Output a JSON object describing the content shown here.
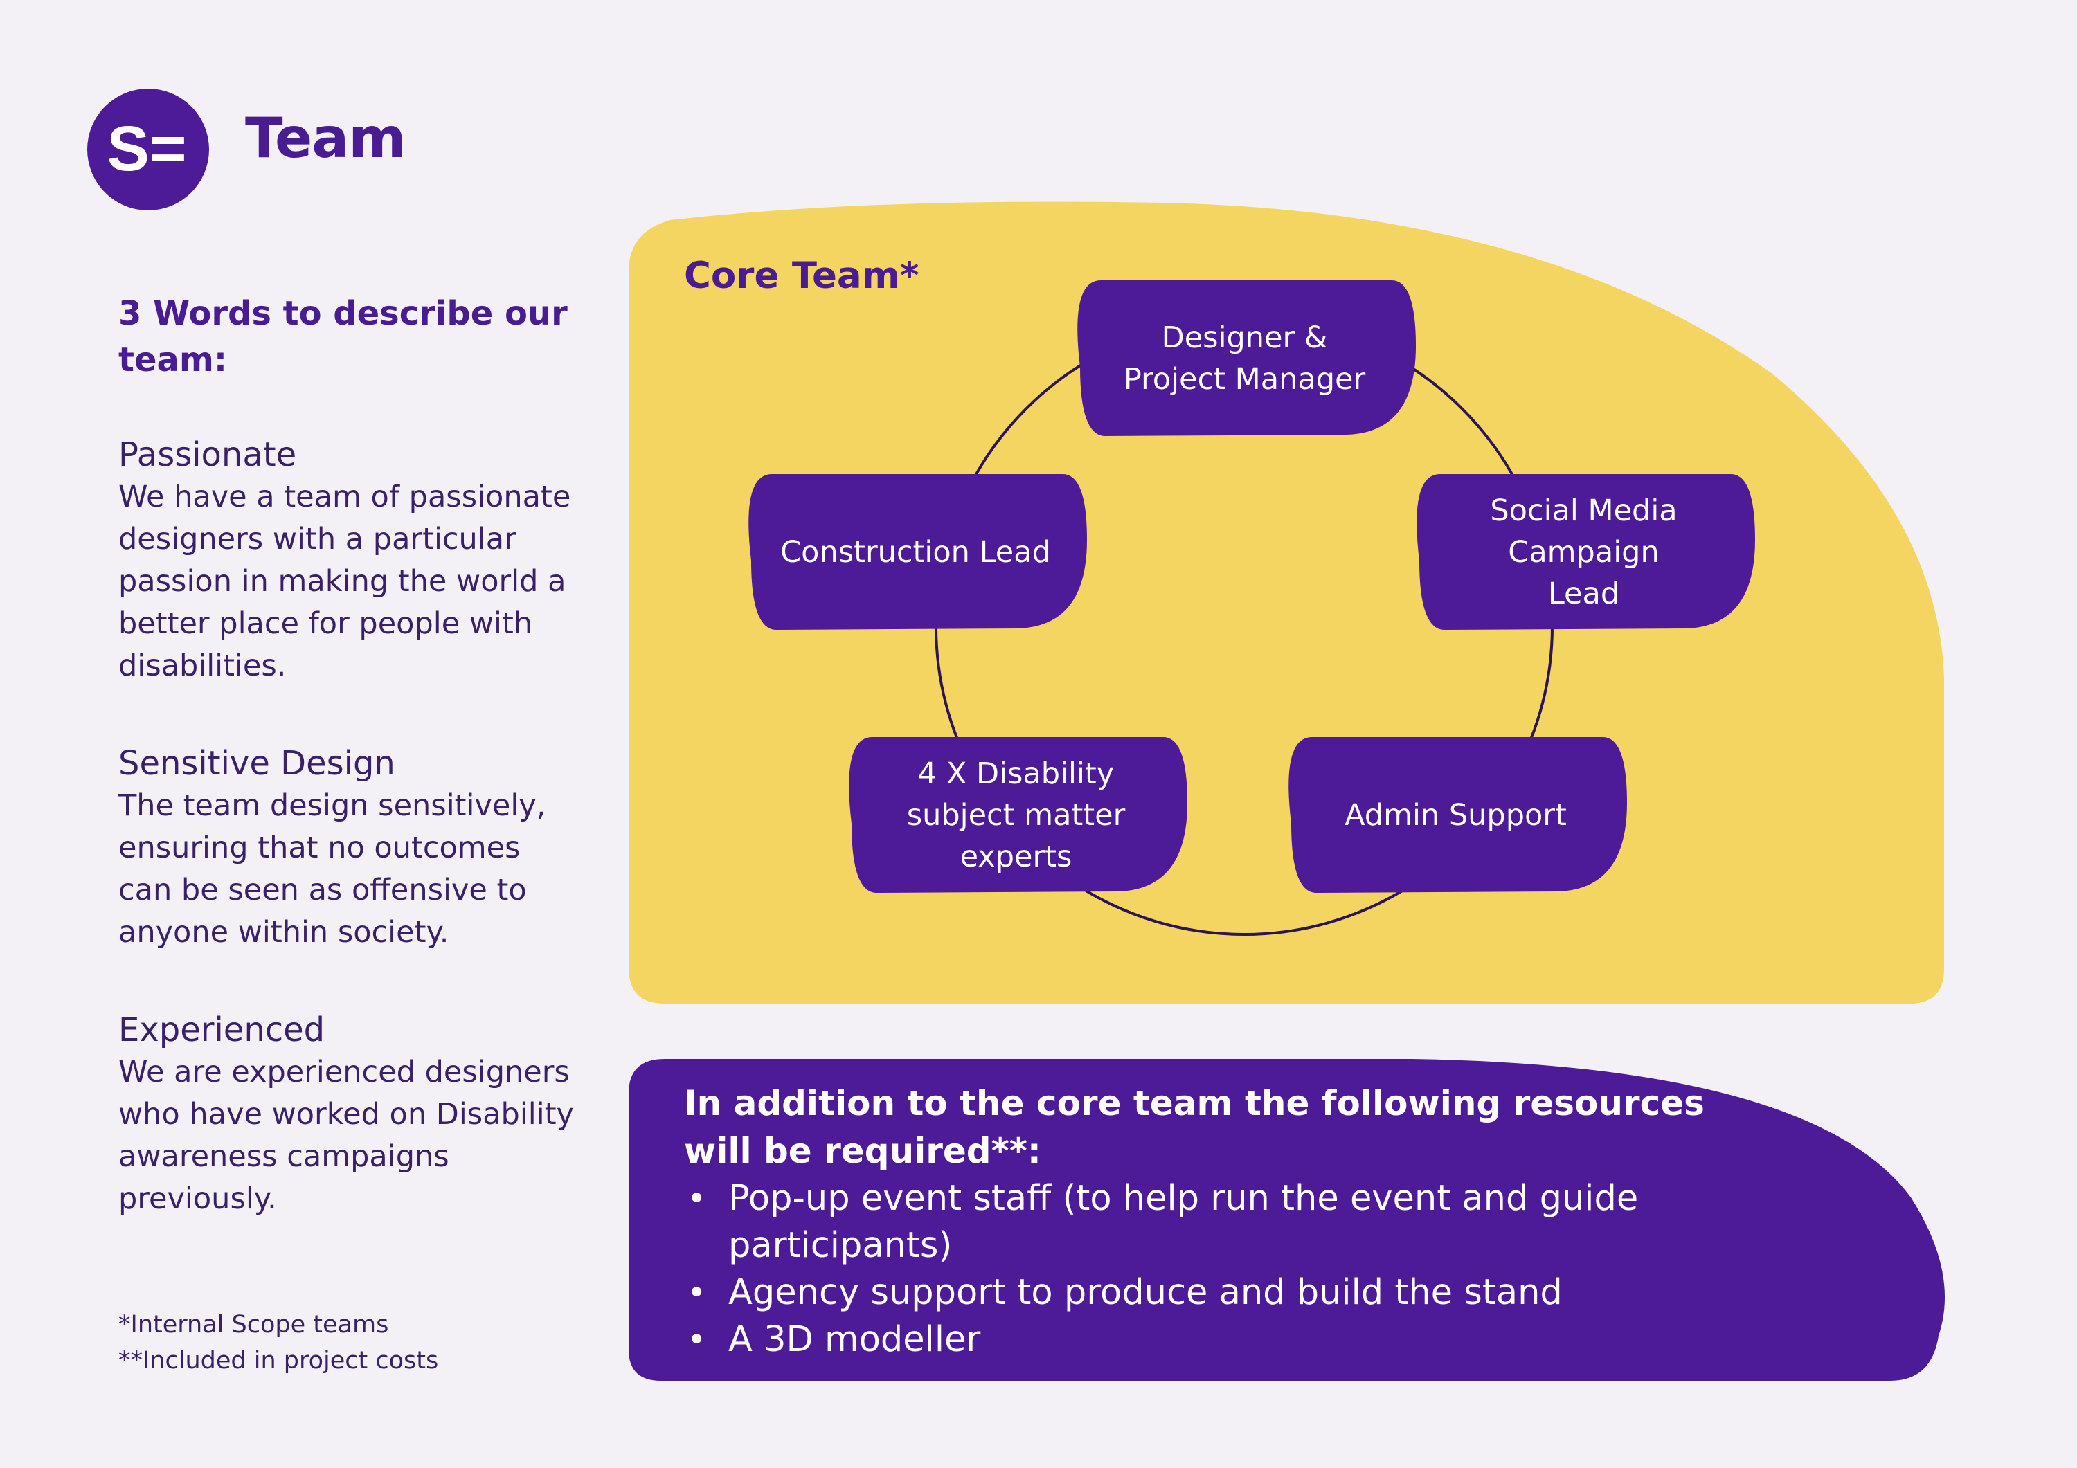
{
  "header": {
    "logo_text": "S=",
    "title": "Team"
  },
  "left": {
    "heading": "3 Words to describe our team:",
    "words": [
      {
        "title": "Passionate",
        "description": "We have a team of passionate designers with a particular passion in making the world a better place for people with disabilities."
      },
      {
        "title": "Sensitive Design",
        "description": "The team design sensitively, ensuring that no outcomes can be seen as offensive to anyone within society."
      },
      {
        "title": "Experienced",
        "description": "We are experienced designers who have worked on Disability awareness campaigns previously."
      }
    ],
    "footnotes": [
      "*Internal Scope teams",
      "**Included in project costs"
    ]
  },
  "core_team": {
    "title": "Core Team*",
    "roles": [
      "Designer & Project Manager",
      "Construction Lead",
      "Social Media Campaign Lead",
      "4 X Disability subject matter experts",
      "Admin Support"
    ]
  },
  "resources": {
    "heading": "In addition to the core team the following resources will be required**:",
    "items": [
      "Pop-up event staff (to help run the event and guide participants)",
      "Agency support to produce and build the stand",
      "A 3D modeller"
    ]
  },
  "colors": {
    "background": "#f3f1f6",
    "brand_purple": "#4a1c91",
    "yellow": "#f5d562",
    "text_dark": "#3a2066",
    "white": "#ffffff"
  }
}
